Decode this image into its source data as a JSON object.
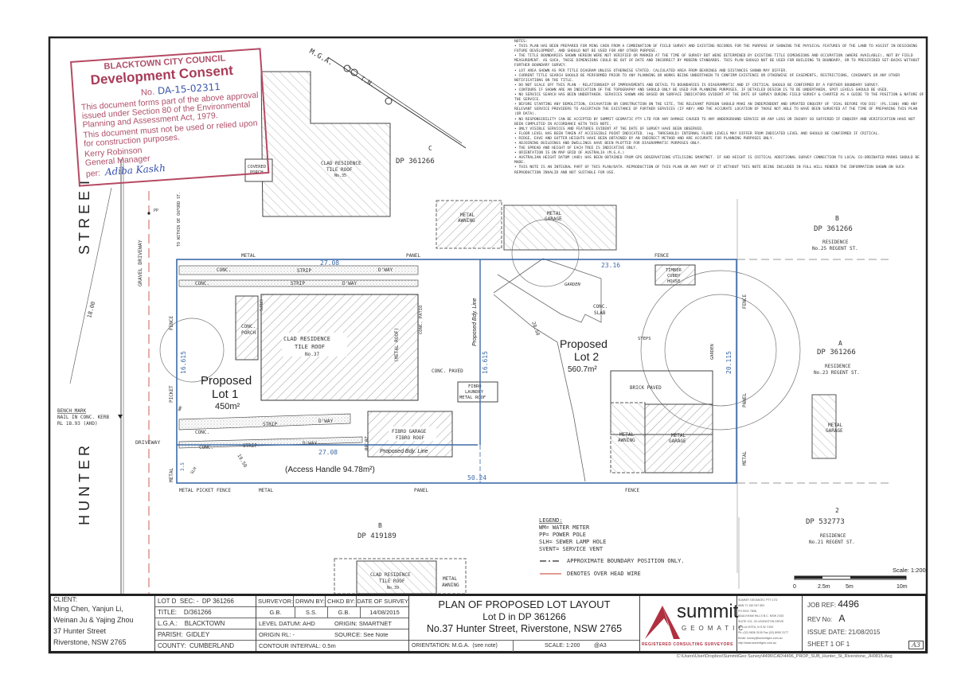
{
  "stamp": {
    "council": "BLACKTOWN CITY COUNCIL",
    "title": "Development Consent",
    "no_label": "No.",
    "no_value": "DA-15-02311",
    "line1": "This document forms part of the above approval issued under Section 80 of the Environmental Planning and Assessment Act, 1979.",
    "line2": "This document must not be used or relied upon for construction purposes.",
    "name": "Kerry Robinson",
    "role": "General Manager",
    "per": "per:",
    "signature": "Adiba Kaskh"
  },
  "notes": {
    "heading": "NOTES:",
    "items": [
      "• THIS PLAN HAS BEEN PREPARED FOR MING CHEN FROM A COMBINATION OF FIELD SURVEY AND EXISTING RECORDS FOR THE PURPOSE OF SHOWING THE PHYSICAL FEATURES OF THE LAND TO ASSIST IN DESIGNING FUTURE DEVELOPMENT, AND SHOULD NOT BE USED FOR ANY OTHER PURPOSE.",
      "• THE TITLE BOUNDARIES SHOWN HEREON WERE NOT VERIFIED OR MARKED AT THE TIME OF SURVEY BUT WERE DETERMINED BY EXISTING TITLE DIMENSIONS AND OCCUPATION (WHERE AVAILABLE), NOT BY FIELD MEASUREMENT. AS SUCH, THESE DIMENSIONS COULD BE OUT OF DATE AND INCORRECT BY MODERN STANDARDS. THIS PLAN SHOULD NOT BE USED FOR BUILDING TO BOUNDARY, OR TO PRESCRIBED SET-BACKS WITHOUT FURTHER BOUNDARY SURVEY.",
      "• LOT AREA SHOWN AS PER TITLE DIAGRAM UNLESS OTHERWISE STATED. CALCULATED AREA FROM BEARINGS AND DISTANCES SHOWN MAY DIFFER.",
      "• CURRENT TITLE SEARCH SHOULD BE PERFORMED PRIOR TO ANY PLANNING OR WORKS BEING UNDERTAKEN TO CONFIRM EXISTENCE OR OTHERWISE OF EASEMENTS, RESTRICTIONS, COVENANTS OR ANY OTHER NOTIFICATIONS ON THE TITLE.",
      "• DO NOT SCALE OFF THIS PLAN - RELATIONSHIP OF IMPROVEMENTS AND DETAIL TO BOUNDARIES IS DIAGRAMMATIC AND IF CRITICAL SHOULD BE CONFIRMED BY A FURTHER BOUNDARY SURVEY.",
      "• CONTOURS IF SHOWN ARE AN INDICATION OF THE TOPOGRAPHY AND SHOULD ONLY BE USED FOR PLANNING PURPOSES. IF DETAILED DESIGN IS TO BE UNDERTAKEN, SPOT LEVELS SHOULD BE USED.",
      "• NO SERVICE SEARCH HAS BEEN UNDERTAKEN. SERVICES SHOWN ARE BASED ON SURFACE INDICATORS EVIDENT AT THE DATE OF SURVEY DURING FIELD SURVEY & CHARTED AS A GUIDE TO THE POSITION & NATURE OF THE SERVICE.",
      "• BEFORE STARTING ANY DEMOLITION, EXCAVATION OR CONSTRUCTION ON THE SITE, THE RELEVANT PERSON SHOULD MAKE AN INDEPENDENT AND UPDATED ENQUIRY OF 'DIAL BEFORE YOU DIG' (PL.1100) AND ANY RELEVANT SERVICE PROVIDERS TO ASCERTAIN THE EXISTANCE OF FURTHER SERVICES (IF ANY) AND THE ACCURATE LOCATION OF THOSE NOT ABLE TO HAVE BEEN SURVEYED AT THE TIME OF PREPARING THIS PLAN (OR DATA).",
      "• NO RESPONSIBILITY CAN BE ACCEPTED BY SUMMIT GEOMATIC PTY LTD FOR ANY DAMAGE CAUSED TO ANY UNDERGROUND SERVICE OR ANY LOSS OR INJURY SO SUFFERED IF ENQUIRY AND VERIFICATION HAVE NOT BEEN COMPLETED IN ACCORDANCE WITH THIS NOTE.",
      "• ONLY VISIBLE SERVICES AND FEATURES EVIDENT AT THE DATE OF SURVEY HAVE BEEN OBSERVED.",
      "• FLOOR LEVEL HAS BEEN TAKEN AT ACCESSIBLE POINT INDICATED. (eg. THRESHOLD) INTERNAL FLOOR LEVELS MAY DIFFER FROM INDICATED LEVEL AND SHOULD BE CONFIRMED IF CRITICAL.",
      "• RIDGE, EAVE AND GUTTER HEIGHTS HAVE BEEN OBTAINED BY AN INDIRECT METHOD AND ARE ACCURATE FOR PLANNING PURPOSES ONLY.",
      "• ADJOINING BUILDINGS AND DWELLINGS HAVE BEEN PLOTTED FOR DIAGRAMMATIC PURPOSES ONLY.",
      "• THE SPREAD AND HEIGHT OF EACH TREE IS INDICATIVE ONLY.",
      "• ORIENTATION IS ON MAP GRID OF AUSTRALIA (M.G.A.)",
      "• AUSTRALIAN HEIGHT DATUM (AHD) HAS BEEN OBTAINED FROM GPS OBSERVATIONS UTILISING SMARTNET. IF AHD HEIGHT IS CRITICAL ADDITIONAL SURVEY CONNECTION TO LOCAL CO-ORDINATED MARKS SHOULD BE MADE.",
      "• THIS NOTE IS AN INTEGRAL PART OF THIS PLAN/DATA. REPRODUCTION OF THIS PLAN OR ANY PART OF IT WITHOUT THIS NOTE BEING INCLUDED IN FULL WILL RENDER THE INFORMATION SHOWN ON SUCH REPRODUCTION INVALID AND NOT SUITABLE FOR USE."
    ]
  },
  "plan": {
    "north_mga": "M.G.A.",
    "north_tn": "T.N.",
    "street_a": "STREET",
    "street_b": "HUNTER",
    "contour": "18.00",
    "gravel_driveway": "GRAVEL DRIVEWAY",
    "driveway": "DRIVEWAY",
    "pp": "PP",
    "wire_e": "E",
    "bench_mark_title": "BENCH MARK",
    "bench_mark_1": "NAIL IN CONC. KERB",
    "bench_mark_2": "RL 18.93 (AHD)",
    "to_oxford": "TO WITHIN DE OXFORD ST.",
    "lot_c": "C",
    "dp_361266": "DP 361266",
    "covered_porch": [
      "COVERED",
      "PORCH"
    ],
    "res35": [
      "CLAD RESIDENCE",
      "TILE ROOF",
      "No.35"
    ],
    "metal_awning": [
      "METAL",
      "AWNING"
    ],
    "metal_garage": [
      "METAL",
      "GARAGE"
    ],
    "lot_b": "B",
    "res25": [
      "RESIDENCE",
      "No.25 REGENT ST."
    ],
    "lot_a": "A",
    "res23": [
      "RESIDENCE",
      "No.23 REGENT ST."
    ],
    "metal": "METAL",
    "panel": "PANEL",
    "fence": "FENCE",
    "picket": "PICKET",
    "metal_picket_fence": "METAL PICKET FENCE",
    "conc": "CONC.",
    "strip": "STRIP",
    "dway": "D'WAY",
    "steps": "STEPS",
    "conc_porch": [
      "CONC.",
      "PORCH"
    ],
    "res37": [
      "CLAD RESIDENCE",
      "TILE ROOF",
      "No.37"
    ],
    "metal_roof": "(METAL ROOF)",
    "conc_patio": "CONC. PATIO",
    "conc_paved": "CONC. PAVED",
    "fibro_laundry": [
      "FIBRO",
      "LAUNDRY",
      "METAL ROOF"
    ],
    "fibro_garage": [
      "FIBRO GARAGE",
      "FIBRO ROOF"
    ],
    "proposed_bdy": "Proposed Bdy. Line",
    "lot1": [
      "Proposed",
      "Lot 1",
      "450m²"
    ],
    "lot2": [
      "Proposed",
      "Lot 2",
      "560.7m²"
    ],
    "access_handle": "(Access Handle 94.78m²)",
    "wm": "WM",
    "slh": "SLH",
    "dim_top": "27.08",
    "dim_mid": "27.08",
    "dim_left": "16.615",
    "dim_bdy": "16.615",
    "dim_lot2_top": "23.16",
    "dim_right": "20.115",
    "dim_bottom": "50.24",
    "dim_handle": "3.5",
    "dim_garage": "20.00",
    "contour_1950": "19.50",
    "contour_2050": "20.50",
    "garden": "GARDEN",
    "conc_slab": [
      "CONC.",
      "SLAB"
    ],
    "timber_cubby": [
      "TIMBER",
      "CUBBY",
      "HOUSE"
    ],
    "brick_paved": "BRICK PAVED",
    "dp_419189": "DP 419189",
    "res39": [
      "CLAD RESIDENCE",
      "TILE ROOF",
      "No.39"
    ],
    "lot_2": "2",
    "dp_532773": "DP 532773",
    "res21": [
      "RESIDENCE",
      "No.21 REGENT ST."
    ]
  },
  "legend": {
    "title": "LEGEND:",
    "items": [
      "WM= WATER METER",
      "PP= POWER POLE",
      "SLH= SEWER LAMP HOLE",
      "SVENT= SERVICE VENT"
    ],
    "approx_boundary": "APPROXIMATE BOUNDARY POSITION ONLY.",
    "overhead_wire": "DENOTES OVER HEAD WIRE",
    "wire_colour": "#c0392b"
  },
  "scale_bar": {
    "label": "Scale: 1:200",
    "ticks": [
      "0",
      "2.5m",
      "5m",
      "10m"
    ]
  },
  "title_block": {
    "client_label": "CLIENT:",
    "client_lines": [
      "Ming Chen, Yanjun Li,",
      "Weinan Ju & Yajing Zhou",
      "37 Hunter Street",
      "Riverstone, NSW 2765"
    ],
    "lot": "LOT D",
    "sec": "SEC: -",
    "dp": "DP 361266",
    "title_label": "TITLE:",
    "title_value": "D/361266",
    "lga_label": "L.G.A.:",
    "lga_value": "BLACKTOWN",
    "parish_label": "PARISH:",
    "parish_value": "GIDLEY",
    "county_label": "COUNTY:",
    "county_value": "CUMBERLAND",
    "surveyor_label": "SURVEYOR:",
    "drwn_label": "DRWN BY:",
    "chkd_label": "CHKD BY:",
    "date_label": "DATE OF SURVEY",
    "surveyor": "G.B.",
    "drwn": "S.S.",
    "chkd": "G.B.",
    "date": "14/08/2015",
    "level_datum": "LEVEL DATUM: AHD",
    "origin": "ORIGIN: SMARTNET",
    "origin_rl": "ORIGIN RL: -",
    "source": "SOURCE: See Note",
    "contour_interval": "CONTOUR INTERVAL: 0.5m",
    "plan_title": "PLAN OF PROPOSED LOT LAYOUT",
    "plan_sub1": "Lot D in DP 361266",
    "plan_sub2": "No.37 Hunter Street, Riverstone, NSW 2765",
    "orientation": "ORIENTATION: M.G.A.",
    "see_note": "(see note)",
    "scale": "SCALE: 1:200",
    "paper": "@A3",
    "logo_word": "summit",
    "logo_sub": "GEOMATIC",
    "logo_tag": "REGISTERED CONSULTING SURVEYORS",
    "company_lines": [
      "SUMMIT GEOMATIC PTY LTD",
      "ABN 71 160 947 851",
      "PO BOX 7806,",
      "BAULKHAM HILLS B.C. NSW 2153",
      "SUITE 101, 33 LEXINGTON DRIVE",
      "BELLA VISTA, N.S.W. 2153",
      "Ph: (02) 9836 3105 Fax (02) 8090 3177",
      "Email: survey@summitgeo.com.au",
      "http://www.summitgeo.com.au"
    ],
    "job_ref_label": "JOB REF:",
    "job_ref": "4496",
    "rev_label": "REV No:",
    "rev": "A",
    "issue_label": "ISSUE DATE:",
    "issue": "21/08/2015",
    "sheet": "SHEET 1 OF 1",
    "size": "A3",
    "brand_colour": "#b03040"
  },
  "file_path": "C:\\Users\\User\\Dropbox\\SummitGeo Survey\\4496\\CAD\\4496_PROP_SUB_Hunter_St_Riverstone_JH0815.dwg"
}
